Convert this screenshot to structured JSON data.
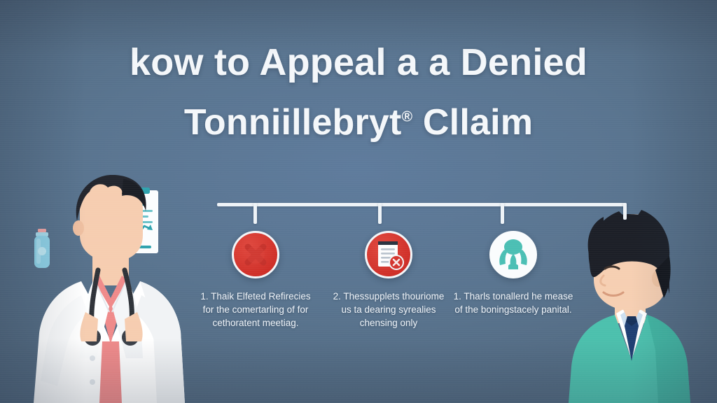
{
  "theme": {
    "background_color": "#5b7797",
    "headline_color": "#f4f7fa",
    "timeline_color": "#eef3f7",
    "badge_red": "#d8382f",
    "badge_white": "#fafcfd",
    "accent_teal": "#4bbfb4",
    "doctor_coat": "#ffffff",
    "doctor_shirt": "#ef8a8a",
    "patient_sweater": "#4cc0ad",
    "patient_tie": "#1f3f72"
  },
  "headline": {
    "line1": "kow to Appeal a a Denied",
    "line2_main": "Tonniillebryt",
    "line2_mark": "®",
    "line2_tail": " Cllaim"
  },
  "timeline": {
    "tick_count": 4,
    "rail_label": "progress-rail"
  },
  "steps": [
    {
      "icon": "red-x-circle-icon",
      "badge_style": "red",
      "text": "1. Thaik Elfeted Refirecies for the comertarling of for cethoratent meetiag."
    },
    {
      "icon": "denied-document-icon",
      "badge_style": "red",
      "text": "2. Thessupplets thouriome us ta dearing syrealies chensing only"
    },
    {
      "icon": "people-meeting-icon",
      "badge_style": "white",
      "text": "1. Tharls tonallerd he mease of the boningstacely panital."
    }
  ],
  "illustrations": {
    "left_figure": "doctor-in-white-coat",
    "right_figure": "patient-in-teal-sweater",
    "prop_bottle": "medicine-vial",
    "prop_chart": "medical-clipboard-chart"
  }
}
